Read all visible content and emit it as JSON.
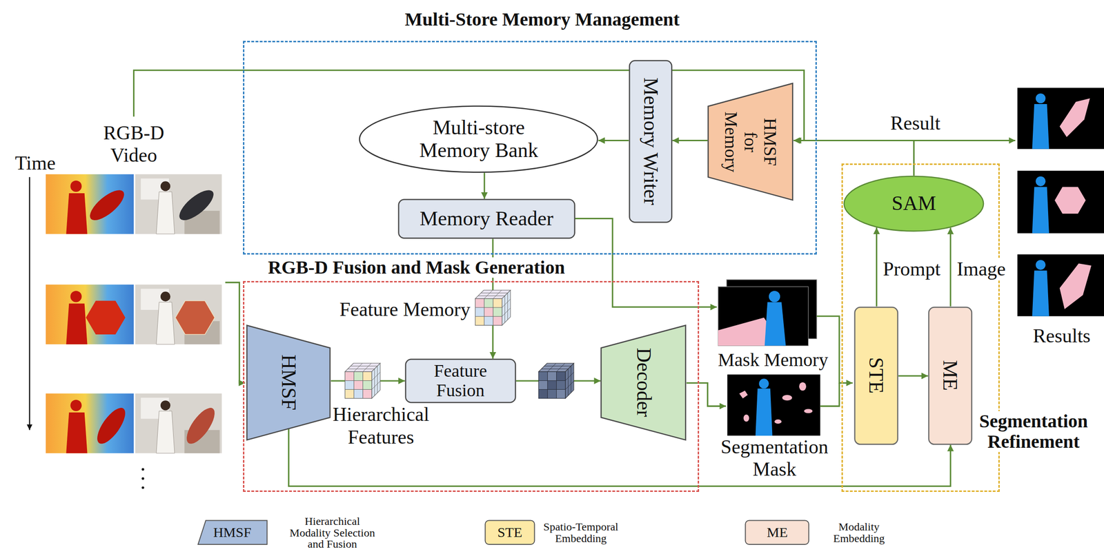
{
  "diagram": {
    "nodes": [
      {
        "text": [
          "Multi-Store Memory Management"
        ]
      },
      {
        "text": [
          "Multi-store Memory Bank"
        ],
        "in": 0
      },
      {
        "text": [
          "Memory Reader"
        ],
        "in": 0
      },
      {
        "text": [
          "Memory Writer"
        ],
        "in": 0
      },
      {
        "text": [
          "HMSF for Memory"
        ],
        "in": 0
      },
      {
        "text": [
          "RGB-D Fusion and Mask Generation"
        ]
      },
      {
        "text": [
          "HMSF"
        ],
        "in": 5
      },
      {
        "text": [
          "Feature Fusion"
        ],
        "in": 5
      },
      {
        "text": [
          "Decoder"
        ],
        "in": 5
      },
      {
        "text": [
          "Segmentation Refinement"
        ]
      },
      {
        "text": [
          "SAM"
        ],
        "in": 9
      },
      {
        "text": [
          "STE"
        ],
        "in": 9
      },
      {
        "text": [
          "ME"
        ],
        "in": 9
      }
    ],
    "edges": [
      {
        "from": 4,
        "to": 3,
        "arrow": "to"
      },
      {
        "from": 3,
        "to": 1,
        "arrow": "to"
      },
      {
        "from": 1,
        "to": 2,
        "arrow": "to"
      },
      {
        "from": 2,
        "to": 7,
        "arrow": "to"
      },
      {
        "from": 6,
        "to": 7,
        "arrow": "to"
      },
      {
        "from": 7,
        "to": 8,
        "arrow": "to"
      },
      {
        "from": 6,
        "to": 12,
        "arrow": "to"
      },
      {
        "from": 11,
        "to": 12,
        "arrow": "to"
      },
      {
        "from": 11,
        "to": 10,
        "label": "Prompt",
        "arrow": "to"
      },
      {
        "from": 12,
        "to": 10,
        "label": "Image",
        "arrow": "to"
      },
      {
        "from": 10,
        "to": 4,
        "label": "Result",
        "arrow": "to"
      }
    ],
    "labels": [
      "Time",
      "RGB-D Video",
      "Feature Memory",
      "Hierarchical Features",
      "Mask Memory",
      "Segmentation Mask",
      "Results",
      "HMSF",
      "STE",
      "ME"
    ],
    "legend": [
      {
        "text": "Hierarchical Modality Selection and Fusion",
        "color": "#a8bddc"
      },
      {
        "text": "Spatio-Temporal Embedding",
        "color": "#fde9a6"
      },
      {
        "text": "Modality Embedding",
        "color": "#f9e1d4"
      }
    ]
  }
}
